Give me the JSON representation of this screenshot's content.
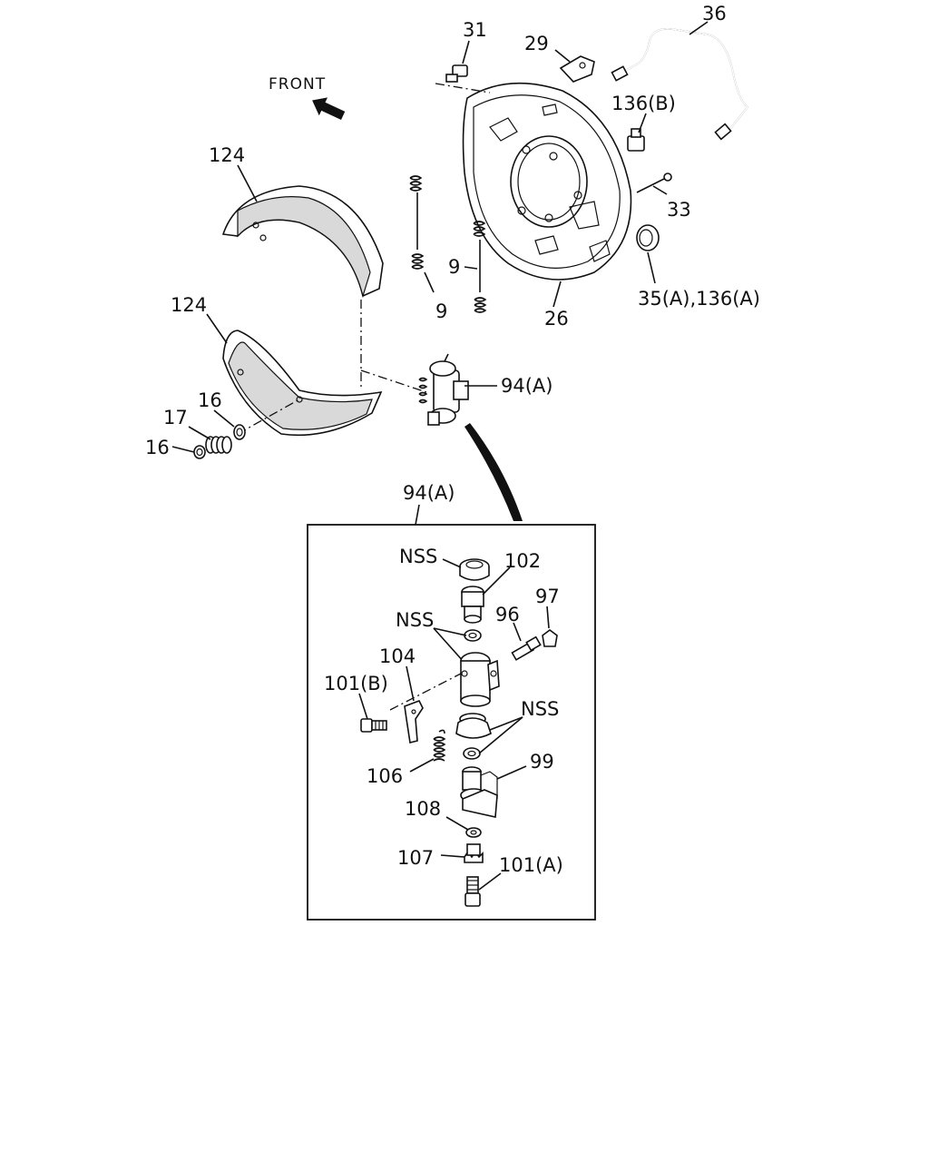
{
  "orientation": {
    "front_label": "FRONT"
  },
  "callouts": {
    "c31": "31",
    "c29": "29",
    "c36": "36",
    "c136b": "136(B)",
    "c33": "33",
    "c35a136a": "35(A),136(A)",
    "c26": "26",
    "c9a": "9",
    "c9b": "9",
    "c124a": "124",
    "c124b": "124",
    "c94a": "94(A)",
    "c16a": "16",
    "c17": "17",
    "c16b": "16"
  },
  "detail": {
    "title": "94(A)",
    "callouts": {
      "nss1": "NSS",
      "c102": "102",
      "nss2": "NSS",
      "c96": "96",
      "c97": "97",
      "c104": "104",
      "c101b": "101(B)",
      "nss3": "NSS",
      "c106": "106",
      "c99": "99",
      "c108": "108",
      "c107": "107",
      "c101a": "101(A)"
    }
  }
}
